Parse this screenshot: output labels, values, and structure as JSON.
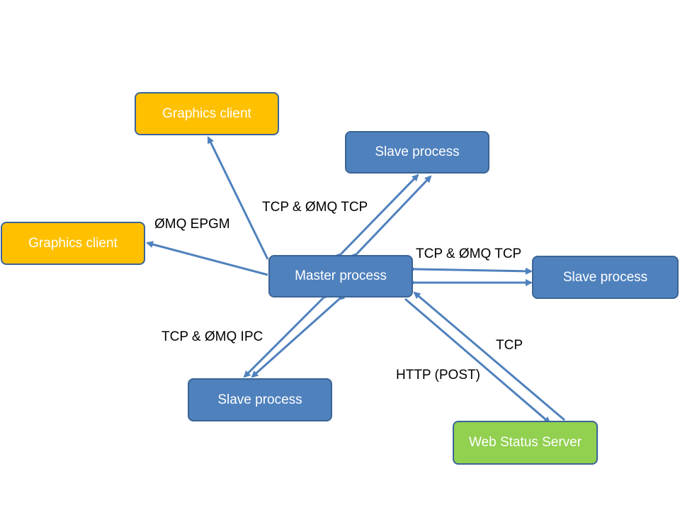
{
  "nodes": {
    "graphics_client_top": "Graphics client",
    "graphics_client_left": "Graphics client",
    "master": "Master process",
    "slave_top": "Slave process",
    "slave_right": "Slave process",
    "slave_bottom": "Slave process",
    "web_status": "Web Status Server"
  },
  "edge_labels": {
    "master_slave_top": "TCP & ØMQ TCP",
    "master_slave_right": "TCP & ØMQ TCP",
    "master_slave_bottom": "TCP & ØMQ IPC",
    "master_graphics": "ØMQ  EPGM",
    "web_to_master": "TCP",
    "master_to_web": "HTTP (POST)"
  },
  "colors": {
    "process_fill": "#4f81bd",
    "graphics_fill": "#ffc000",
    "web_fill": "#92d050",
    "arrow": "#4f81bd"
  }
}
